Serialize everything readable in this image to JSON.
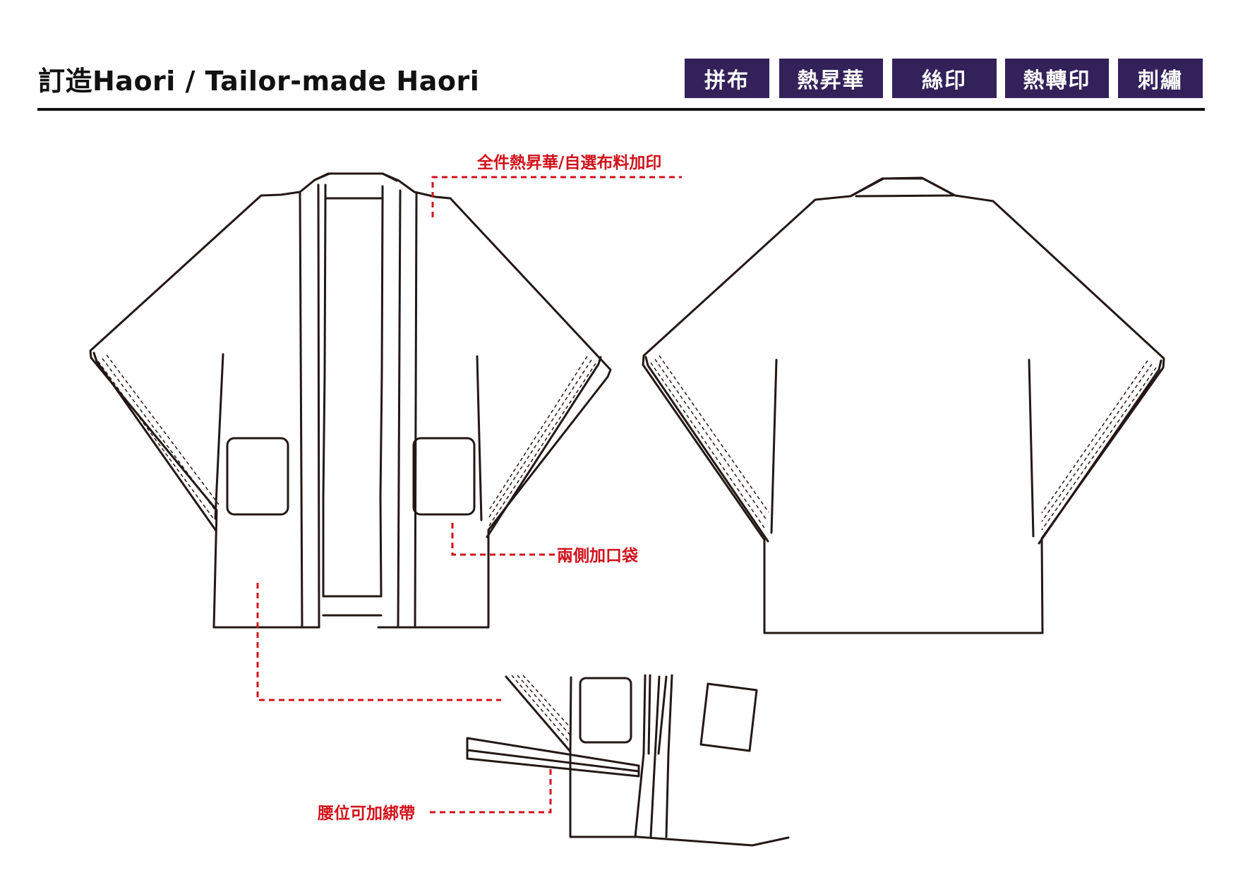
{
  "header": {
    "title": "訂造Haori / Tailor-made Haori",
    "tabs": [
      {
        "label": "拼布"
      },
      {
        "label": "熱昇華"
      },
      {
        "label": "絲印"
      },
      {
        "label": "熱轉印"
      },
      {
        "label": "刺繡"
      }
    ],
    "tab_color": "#33215a"
  },
  "annotations": {
    "fabric": "全件熱昇華/自選布料加印",
    "pockets": "兩側加口袋",
    "waist_tie": "腰位可加綁帶"
  },
  "colors": {
    "annotation": "#d0121b",
    "line": "#231815"
  }
}
